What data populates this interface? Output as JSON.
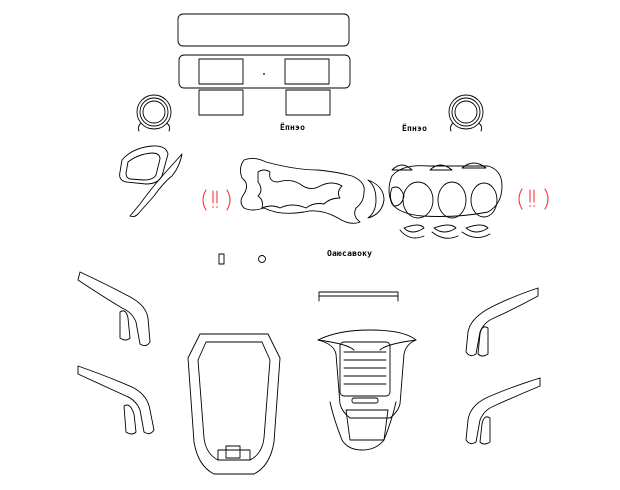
{
  "labels": {
    "left_cluster_label": "Ёпнэо",
    "right_cluster_label": "Ёпнэо",
    "center_label": "Оаюсавоку"
  },
  "colors": {
    "outline": "#000000",
    "highlight_marks": "#ff3333",
    "background": "#ffffff"
  }
}
